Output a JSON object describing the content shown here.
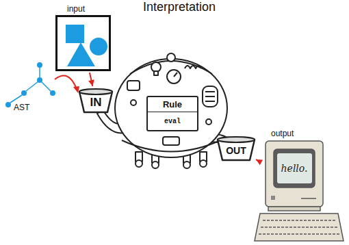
{
  "diagram": {
    "title": "Interpretation",
    "nodes": [
      {
        "text": [
          "input"
        ]
      },
      {
        "text": [
          "IN"
        ]
      },
      {
        "text": [
          "Rule",
          "eval"
        ]
      },
      {
        "text": [
          "OUT"
        ]
      },
      {
        "text": [
          "output"
        ]
      },
      {
        "text": [
          "hello."
        ],
        "in": 4
      }
    ],
    "edges": [
      {
        "from": 0,
        "to": 1,
        "arrow": "to"
      },
      {
        "from": 3,
        "to": 4,
        "arrow": "to"
      }
    ],
    "labels": [
      "AST"
    ]
  }
}
